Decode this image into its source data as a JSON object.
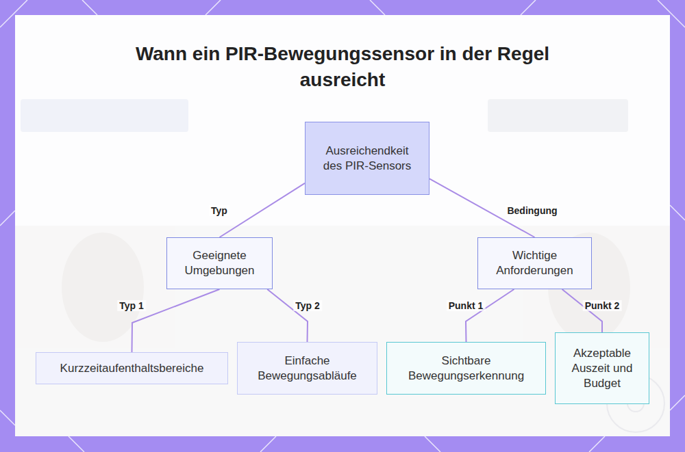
{
  "diagram": {
    "title": "Wann ein PIR-Bewegungssensor in der Regel ausreicht",
    "nodes": [
      {
        "text": [
          "Ausreichendkeit des PIR-Sensors"
        ]
      },
      {
        "text": [
          "Geeignete Umgebungen"
        ]
      },
      {
        "text": [
          "Wichtige Anforderungen"
        ]
      },
      {
        "text": [
          "Kurzzeitaufenthaltsbereiche"
        ]
      },
      {
        "text": [
          "Einfache Bewegungsabläufe"
        ]
      },
      {
        "text": [
          "Sichtbare Bewegungserkennung"
        ]
      },
      {
        "text": [
          "Akzeptable Auszeit und Budget"
        ]
      }
    ],
    "edges": [
      {
        "from": 0,
        "to": 1,
        "label": "Typ",
        "arrow": "none"
      },
      {
        "from": 0,
        "to": 2,
        "label": "Bedingung",
        "arrow": "none"
      },
      {
        "from": 1,
        "to": 3,
        "label": "Typ 1",
        "arrow": "none"
      },
      {
        "from": 1,
        "to": 4,
        "label": "Typ 2",
        "arrow": "none"
      },
      {
        "from": 2,
        "to": 5,
        "label": "Punkt 1",
        "arrow": "none"
      },
      {
        "from": 2,
        "to": 6,
        "label": "Punkt 2",
        "arrow": "none"
      }
    ]
  }
}
